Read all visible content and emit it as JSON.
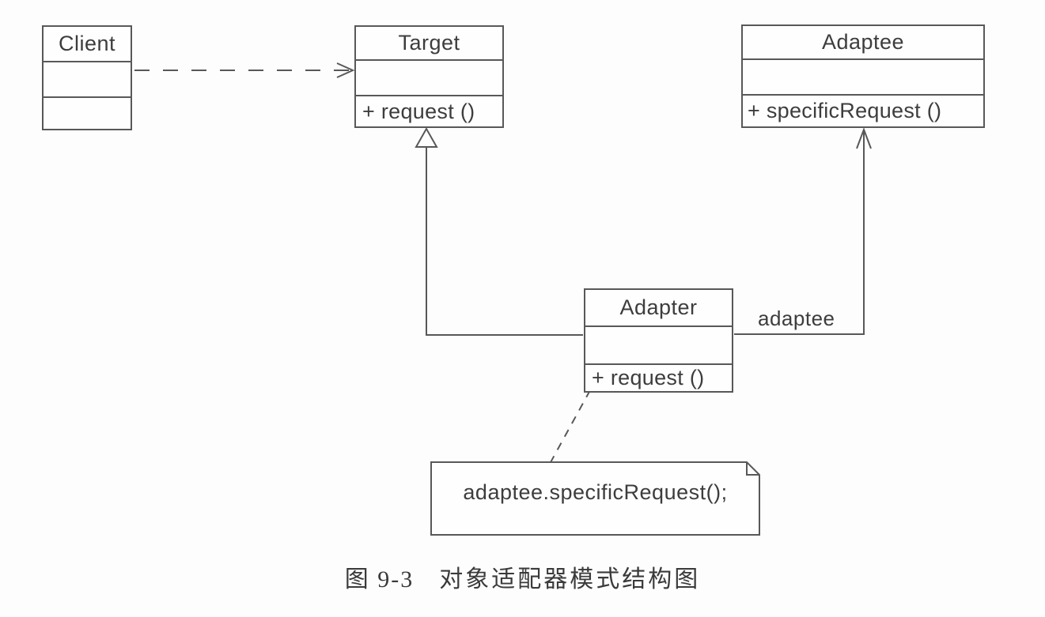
{
  "diagram": {
    "kind": "uml-class-diagram",
    "pattern": "object-adapter"
  },
  "classes": {
    "client": {
      "name": "Client",
      "attributes": "",
      "methods": ""
    },
    "target": {
      "name": "Target",
      "attributes": "",
      "methods": "+ request ()"
    },
    "adaptee": {
      "name": "Adaptee",
      "attributes": "",
      "methods": "+ specificRequest ()"
    },
    "adapter": {
      "name": "Adapter",
      "attributes": "",
      "methods": "+ request ()"
    }
  },
  "note": {
    "text": "adaptee.specificRequest();"
  },
  "labels": {
    "association_role": "adaptee"
  },
  "relationships": [
    {
      "type": "dependency",
      "from": "Client",
      "to": "Target",
      "style": "dashed-open-arrow"
    },
    {
      "type": "generalization",
      "from": "Adapter",
      "to": "Target",
      "style": "solid-hollow-triangle"
    },
    {
      "type": "association",
      "from": "Adapter",
      "to": "Adaptee",
      "label": "adaptee",
      "style": "solid-open-arrow"
    },
    {
      "type": "note-anchor",
      "from": "Adapter",
      "to": "note",
      "style": "dashed"
    }
  ],
  "caption": {
    "prefix": "图 9-3",
    "title": "对象适配器模式结构图"
  },
  "colors": {
    "line": "#585858",
    "text": "#3d3d3d",
    "background": "#fdfdfd",
    "box_fill": "#fefefe"
  }
}
